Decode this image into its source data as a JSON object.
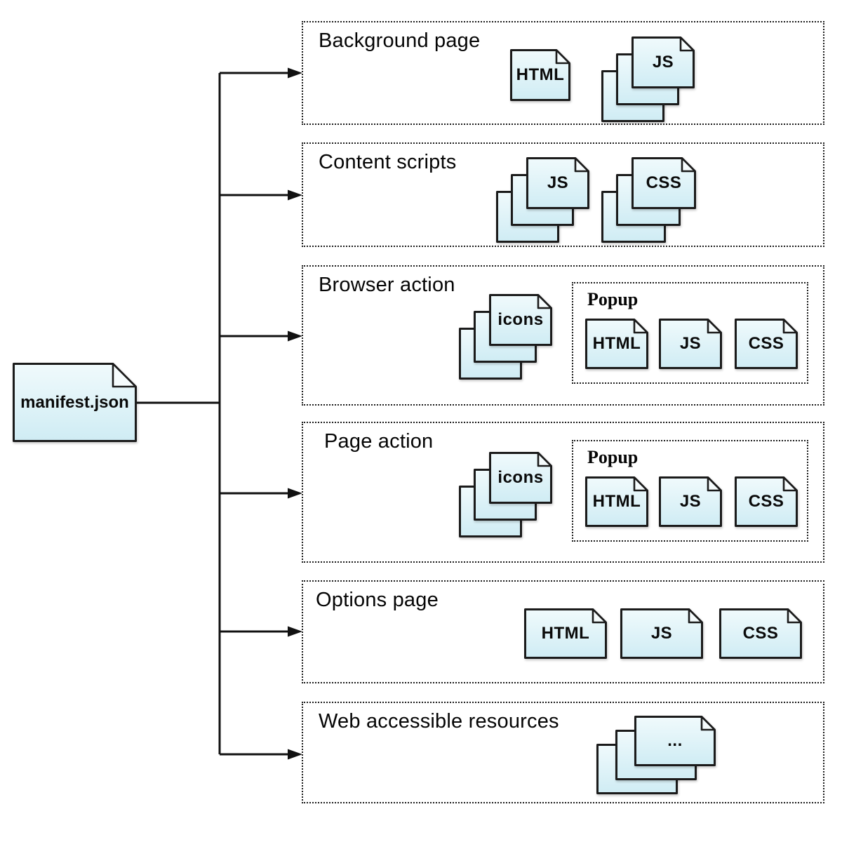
{
  "root_file": {
    "label": "manifest.json"
  },
  "sections": [
    {
      "title": "Background page",
      "files": {
        "html": "HTML",
        "js_stack": "JS"
      }
    },
    {
      "title": "Content scripts",
      "files": {
        "js_stack": "JS",
        "css_stack": "CSS"
      }
    },
    {
      "title": "Browser action",
      "files": {
        "icons_stack": "icons"
      },
      "popup": {
        "title": "Popup",
        "files": {
          "html": "HTML",
          "js": "JS",
          "css": "CSS"
        }
      }
    },
    {
      "title": "Page action",
      "files": {
        "icons_stack": "icons"
      },
      "popup": {
        "title": "Popup",
        "files": {
          "html": "HTML",
          "js": "JS",
          "css": "CSS"
        }
      }
    },
    {
      "title": "Options page",
      "files": {
        "html": "HTML",
        "js": "JS",
        "css": "CSS"
      }
    },
    {
      "title": "Web accessible resources",
      "files": {
        "more_stack": "..."
      }
    }
  ],
  "colors": {
    "file_fill_top": "#f0fafc",
    "file_fill_bottom": "#cfecf4",
    "file_stroke": "#1b1b1b",
    "connector": "#111111"
  }
}
